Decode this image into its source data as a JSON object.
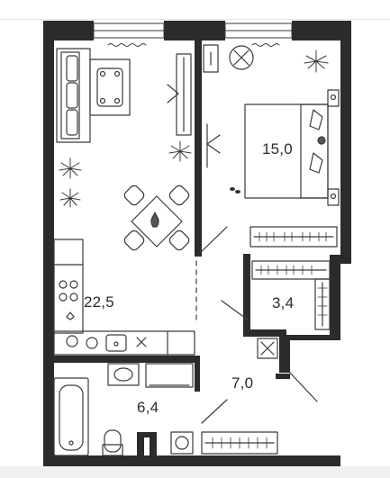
{
  "floor_plan": {
    "rooms": [
      {
        "id": "living",
        "area": "22,5"
      },
      {
        "id": "bedroom",
        "area": "15,0"
      },
      {
        "id": "closet",
        "area": "3,4"
      },
      {
        "id": "bathroom",
        "area": "6,4"
      },
      {
        "id": "hallway",
        "area": "7,0"
      }
    ]
  },
  "colors": {
    "wall": "#2b2b2b",
    "line": "#3a3a3a",
    "background": "#ffffff"
  }
}
